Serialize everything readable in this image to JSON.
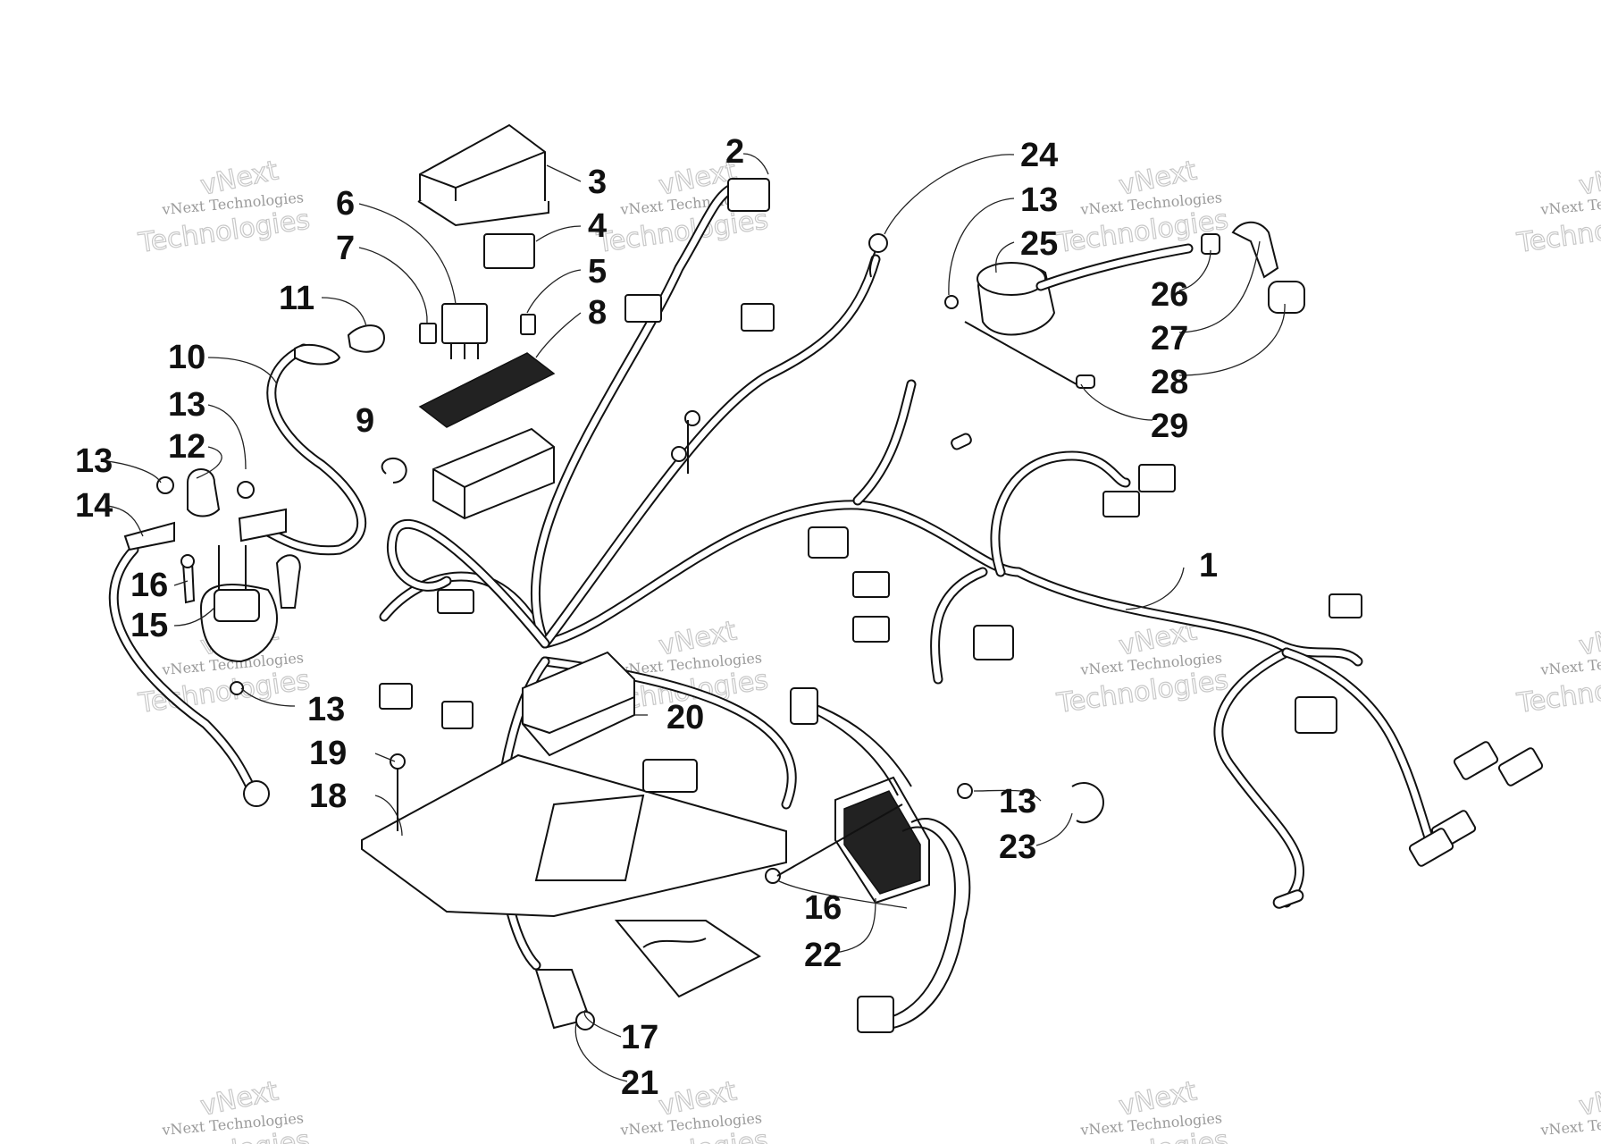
{
  "watermark": {
    "small_text": "vNext Technologies",
    "big_text": "Technologies",
    "arc_text": "vNext"
  },
  "callouts": [
    "1",
    "2",
    "3",
    "4",
    "5",
    "6",
    "7",
    "8",
    "9",
    "10",
    "11",
    "12",
    "13",
    "13",
    "13",
    "13",
    "13",
    "14",
    "15",
    "16",
    "16",
    "17",
    "18",
    "19",
    "20",
    "21",
    "22",
    "23",
    "24",
    "25",
    "26",
    "27",
    "28",
    "29"
  ],
  "colors": {
    "line": "#111111",
    "background": "#ffffff",
    "watermark": "#9a9a9a"
  }
}
